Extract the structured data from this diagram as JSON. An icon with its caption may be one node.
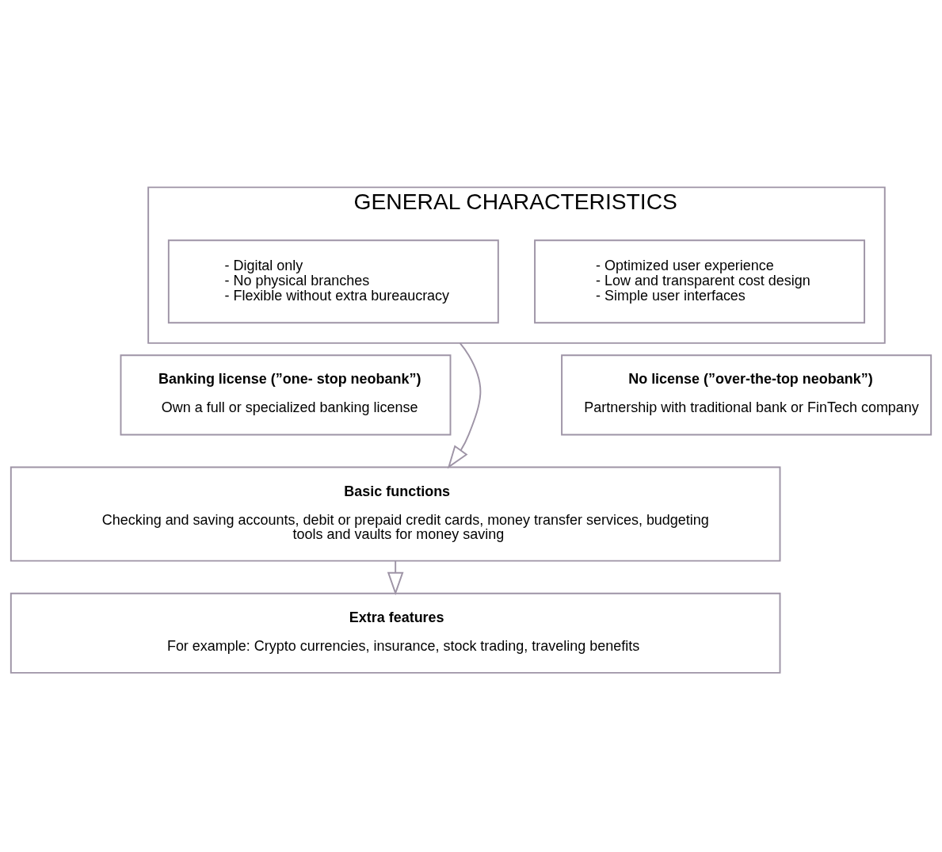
{
  "diagram": {
    "nodes": [
      {
        "text": [
          "GENERAL CHARACTERISTICS"
        ]
      },
      {
        "text": [
          "- Digital only",
          "- No physical branches",
          "- Flexible without extra bureaucracy"
        ],
        "in": 0
      },
      {
        "text": [
          "- Optimized user experience",
          "- Low and transparent cost design",
          "- Simple user interfaces"
        ],
        "in": 0
      },
      {
        "text": [
          "Banking license (”one- stop neobank”)",
          "Own a full or specialized banking license"
        ]
      },
      {
        "text": [
          "No license (”over-the-top neobank”)",
          "Partnership with traditional bank or FinTech company"
        ]
      },
      {
        "text": [
          "Basic functions",
          "Checking and saving accounts, debit or prepaid credit cards, money transfer services, budgeting tools and vaults for money saving"
        ]
      },
      {
        "text": [
          "Extra features",
          "For example: Crypto currencies, insurance, stock trading, traveling benefits"
        ]
      }
    ],
    "edges": [
      {
        "from": 0,
        "to": 5,
        "arrow": "to"
      },
      {
        "from": 5,
        "to": 6,
        "arrow": "to"
      }
    ]
  }
}
